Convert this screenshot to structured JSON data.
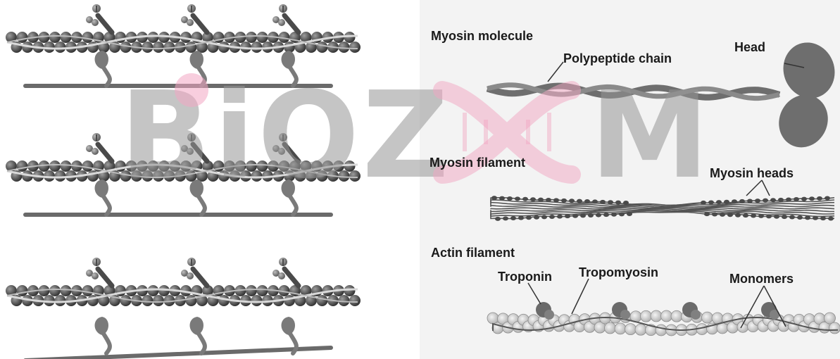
{
  "labels": {
    "myosin_molecule": "Myosin molecule",
    "polypeptide_chain": "Polypeptide chain",
    "head": "Head",
    "myosin_filament": "Myosin filament",
    "myosin_heads": "Myosin heads",
    "actin_filament": "Actin filament",
    "troponin": "Troponin",
    "tropomyosin": "Tropomyosin",
    "monomers": "Monomers"
  },
  "watermark": {
    "left_text": "BiOZ",
    "right_text": "M",
    "colors": {
      "gray": "#9a9a9a",
      "pink": "#f2a6c2"
    }
  },
  "colors": {
    "actin_bead": "#5a5a5a",
    "myosin_gray": "#6e6e6e",
    "panel_bg": "#f3f3f3",
    "text": "#1a1a1a"
  },
  "cycle_panels": [
    {
      "stage": "heads detached"
    },
    {
      "stage": "heads detached"
    },
    {
      "stage": "heads bent toward actin"
    }
  ]
}
